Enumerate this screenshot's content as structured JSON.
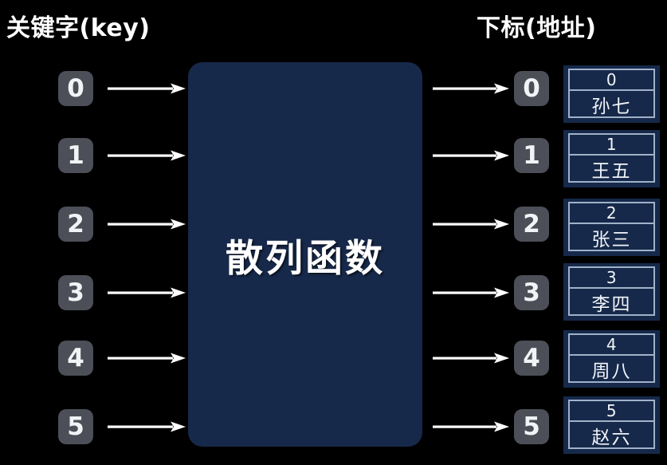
{
  "headings": {
    "left": "关键字(key)",
    "right": "下标(地址)"
  },
  "hash_box": {
    "label": "散列函数",
    "color": "#17294a"
  },
  "colors": {
    "background": "#000000",
    "badge": "#4c4f57",
    "badge_text": "#f2f3f6",
    "box_fill": "#16294a",
    "cell_border": "#9fb2c9",
    "arrow": "#ffffff",
    "heading_text": "#ffffff"
  },
  "keys": [
    {
      "label": "0"
    },
    {
      "label": "1"
    },
    {
      "label": "2"
    },
    {
      "label": "3"
    },
    {
      "label": "4"
    },
    {
      "label": "5"
    }
  ],
  "indices": [
    {
      "label": "0"
    },
    {
      "label": "1"
    },
    {
      "label": "2"
    },
    {
      "label": "3"
    },
    {
      "label": "4"
    },
    {
      "label": "5"
    }
  ],
  "table": {
    "rows": [
      {
        "index": "0",
        "name": "孙七"
      },
      {
        "index": "1",
        "name": "王五"
      },
      {
        "index": "2",
        "name": "张三"
      },
      {
        "index": "3",
        "name": "李四"
      },
      {
        "index": "4",
        "name": "周八"
      },
      {
        "index": "5",
        "name": "赵六"
      }
    ]
  },
  "arrows": {
    "left_count": 6,
    "right_count": 6,
    "icon": "arrow-right-icon"
  }
}
